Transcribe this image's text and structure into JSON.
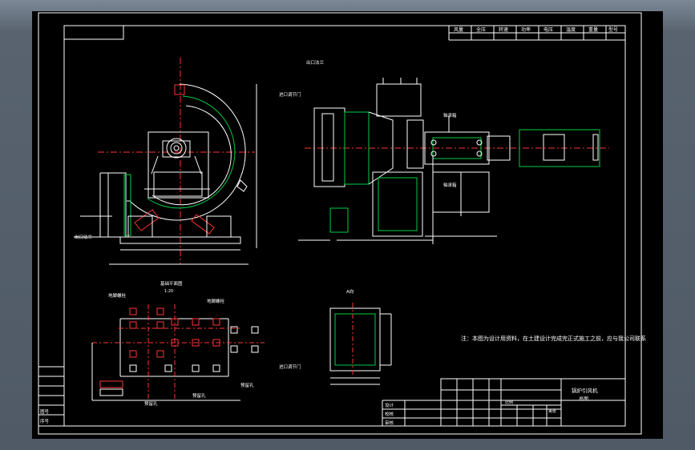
{
  "drawing": {
    "note": "注：本图为设计用资料，在土建设计完成完正式施工之前，应与我公司联系",
    "labels": {
      "outlet_view_left": "出口法兰",
      "outlet_view_mid": "出口法兰",
      "inlet_damper_top": "进口调节门",
      "inlet_damper_bottom": "进口调节门",
      "bearing_top": "轴承箱",
      "bearing_bottom": "轴承箱",
      "foundation_title": "基础平面图",
      "foundation_scale": "1:20",
      "foundation_bolt_a": "地脚螺栓",
      "foundation_bolt_b": "地脚螺栓",
      "foundation_hole_a": "预留孔",
      "foundation_hole_b": "预留孔",
      "foundation_hole_c": "预留孔",
      "section_view": "A向"
    },
    "spec_headers": [
      "风量",
      "全压",
      "转速",
      "功率",
      "电压",
      "温度",
      "重量",
      "型号"
    ],
    "title_block": {
      "rows": [
        "设计",
        "校核",
        "审核"
      ],
      "drawing_name": "锅炉引风机",
      "drawing_subtitle": "总图",
      "scale_label": "比例",
      "sheet_label": "第张"
    },
    "corner_block": [
      "图号",
      "序号"
    ]
  }
}
